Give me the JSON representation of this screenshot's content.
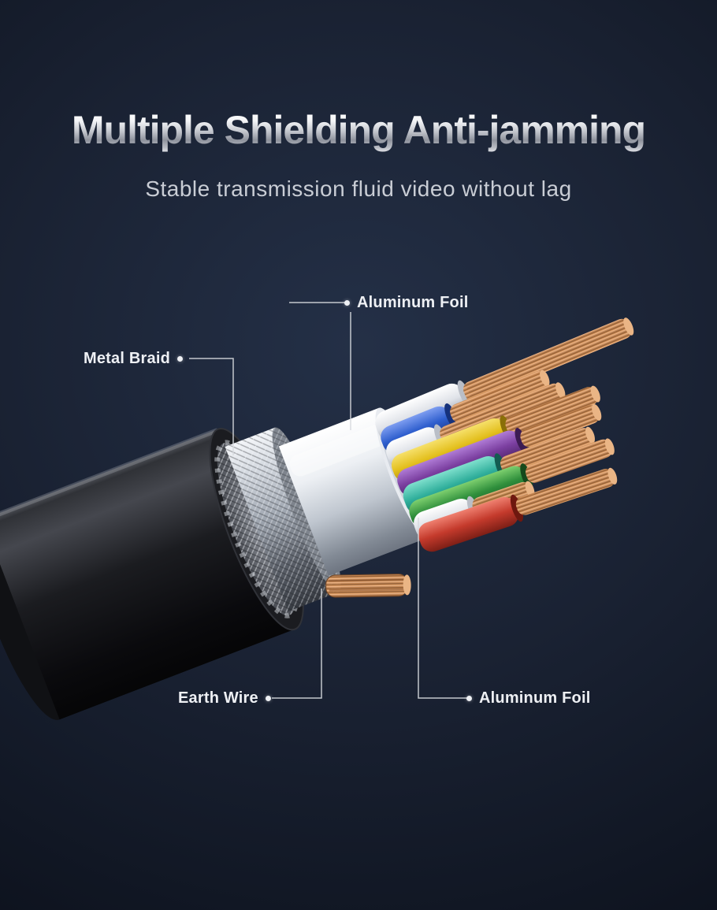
{
  "header": {
    "title": "Multiple Shielding Anti-jamming",
    "subtitle": "Stable transmission fluid video without lag"
  },
  "callouts": [
    {
      "id": "aluminum-foil-top",
      "label": "Aluminum Foil"
    },
    {
      "id": "metal-braid",
      "label": "Metal Braid"
    },
    {
      "id": "earth-wire",
      "label": "Earth Wire"
    },
    {
      "id": "aluminum-foil-bottom",
      "label": "Aluminum Foil"
    }
  ],
  "theme": {
    "background_center": "#243047",
    "background_edge": "#060a12",
    "callout_line": "#d6d9de",
    "label_text": "#eef0f4",
    "title_metal_light": "#ffffff",
    "title_metal_dark": "#8f939d"
  },
  "cable_colors": {
    "jacket": "#121318",
    "metal_braid": "#a2a9b3",
    "aluminum_foil": "#e8ebf0",
    "copper": "#c5854f",
    "wire_white": "#dfe2e8",
    "wire_blue": "#2f5fce",
    "wire_yellow": "#e3bf1d",
    "wire_purple": "#7b3fa0",
    "wire_teal": "#2fae9b",
    "wire_green": "#2f8f3c",
    "wire_red": "#c43a2c"
  }
}
